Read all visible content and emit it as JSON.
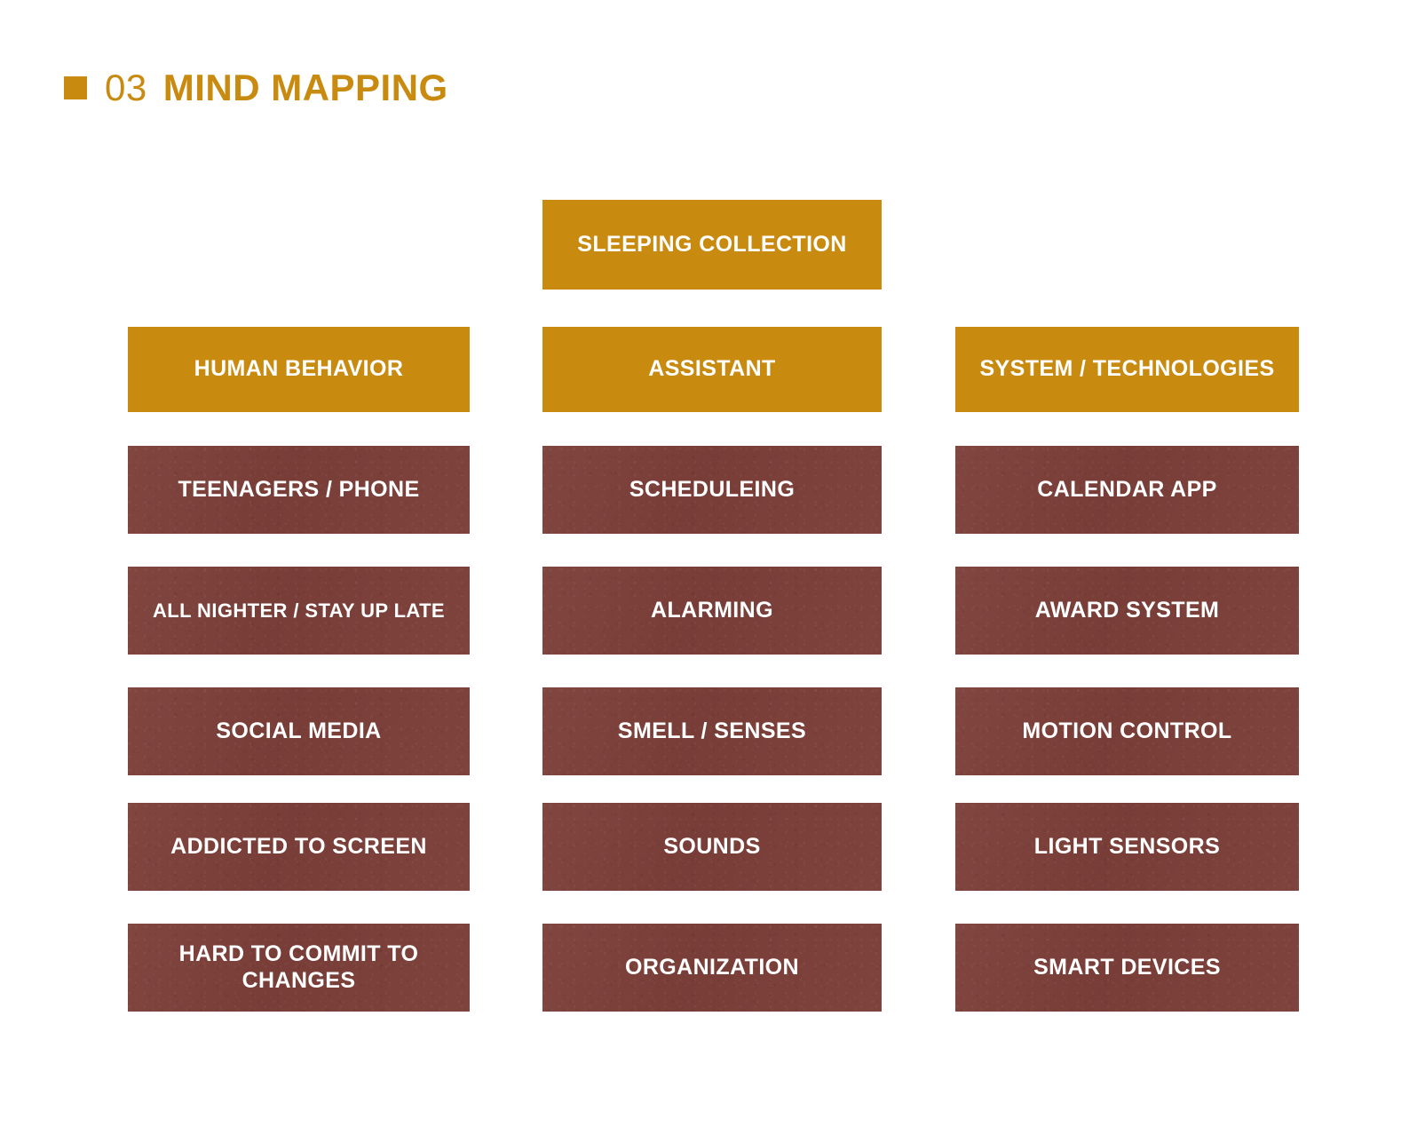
{
  "slide": {
    "number": "03",
    "title": "MIND MAPPING",
    "bullet_icon": "filled-square-icon",
    "accent_color": "#c98a10",
    "leaf_color": "#7c3f39",
    "background_color": "#ffffff",
    "text_color": "#ffffff"
  },
  "mindmap": {
    "root": {
      "label": "SLEEPING COLLECTION"
    },
    "columns": [
      {
        "id": "human-behavior",
        "branch_label": "HUMAN BEHAVIOR",
        "leaves": [
          {
            "label": "TEENAGERS / PHONE"
          },
          {
            "label": "ALL NIGHTER / STAY UP LATE"
          },
          {
            "label": "SOCIAL MEDIA"
          },
          {
            "label": "ADDICTED TO SCREEN"
          },
          {
            "label": "HARD TO COMMIT TO CHANGES"
          }
        ]
      },
      {
        "id": "assistant",
        "branch_label": "ASSISTANT",
        "leaves": [
          {
            "label": "SCHEDULEING"
          },
          {
            "label": "ALARMING"
          },
          {
            "label": "SMELL / SENSES"
          },
          {
            "label": "SOUNDS"
          },
          {
            "label": "ORGANIZATION"
          }
        ]
      },
      {
        "id": "system-technologies",
        "branch_label": "SYSTEM / TECHNOLOGIES",
        "leaves": [
          {
            "label": "CALENDAR APP"
          },
          {
            "label": "AWARD SYSTEM"
          },
          {
            "label": "MOTION CONTROL"
          },
          {
            "label": "LIGHT SENSORS"
          },
          {
            "label": "SMART DEVICES"
          }
        ]
      }
    ]
  }
}
